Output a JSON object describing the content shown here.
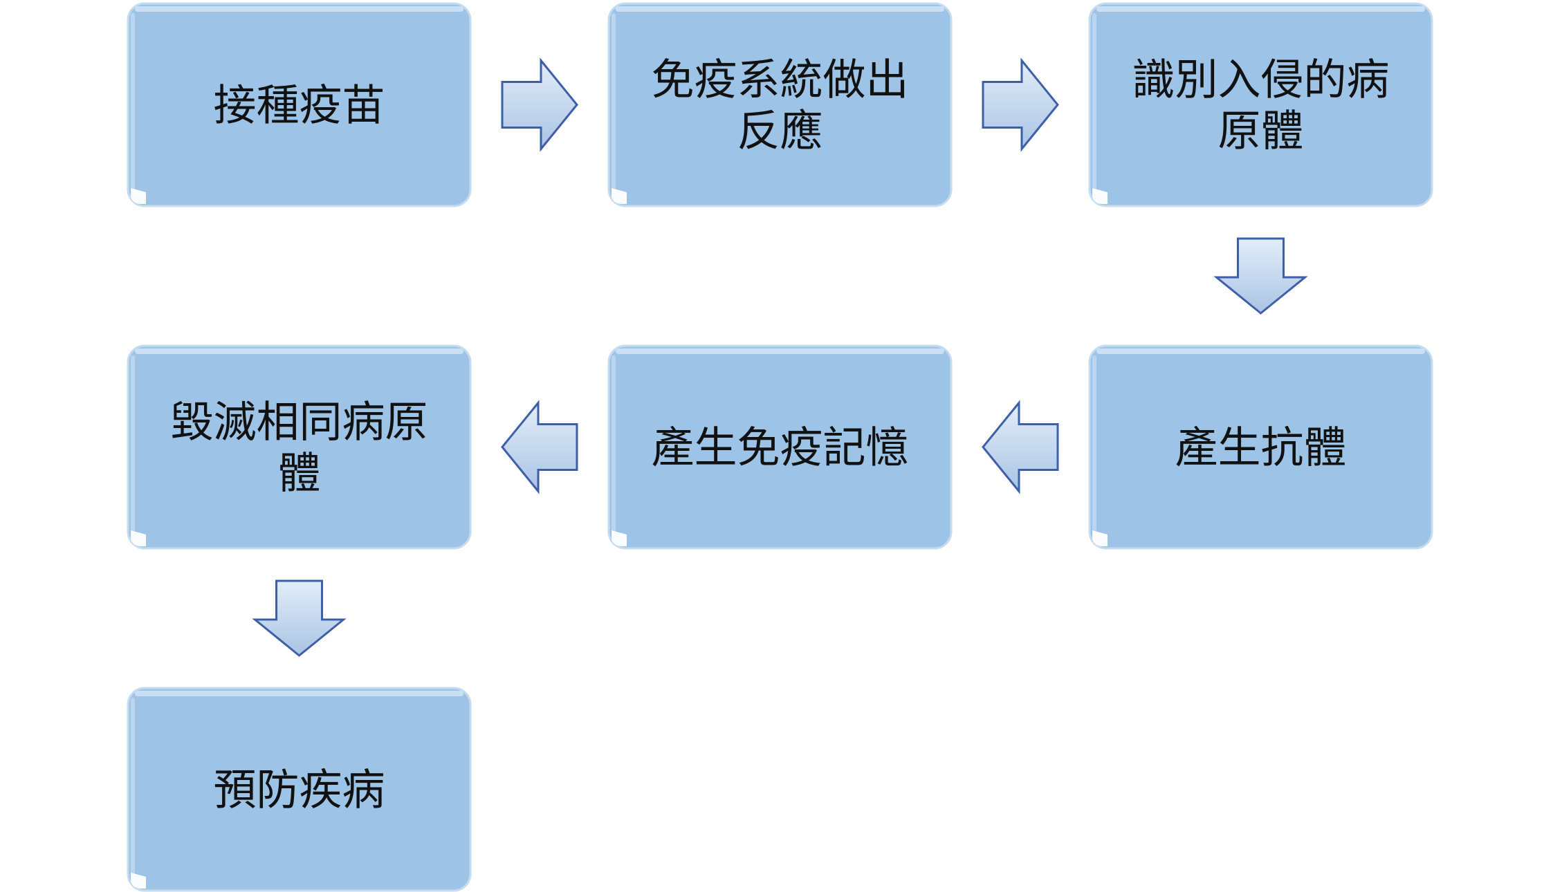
{
  "diagram": {
    "type": "flowchart",
    "colors": {
      "box_fill": "#9DC3E6",
      "box_edge_light": "#C5DCF0",
      "box_edge_dark": "#7FA9D4",
      "arrow_fill_top": "#E3EDF8",
      "arrow_fill_bottom": "#A9C4E4",
      "arrow_stroke": "#3E5FA8",
      "text": "#111111"
    },
    "boxes": [
      {
        "id": "vaccinate",
        "lines": [
          "接種疫苗"
        ]
      },
      {
        "id": "immune-response",
        "lines": [
          "免疫系統做出",
          "反應"
        ]
      },
      {
        "id": "identify-pathogen",
        "lines": [
          "識別入侵的病",
          "原體"
        ]
      },
      {
        "id": "produce-antibody",
        "lines": [
          "產生抗體"
        ]
      },
      {
        "id": "immune-memory",
        "lines": [
          "產生免疫記憶"
        ]
      },
      {
        "id": "destroy-pathogen",
        "lines": [
          "毀滅相同病原",
          "體"
        ]
      },
      {
        "id": "prevent-disease",
        "lines": [
          "預防疾病"
        ]
      }
    ],
    "arrows": [
      {
        "from": "vaccinate",
        "to": "immune-response",
        "direction": "right"
      },
      {
        "from": "immune-response",
        "to": "identify-pathogen",
        "direction": "right"
      },
      {
        "from": "identify-pathogen",
        "to": "produce-antibody",
        "direction": "down"
      },
      {
        "from": "produce-antibody",
        "to": "immune-memory",
        "direction": "left"
      },
      {
        "from": "immune-memory",
        "to": "destroy-pathogen",
        "direction": "left"
      },
      {
        "from": "destroy-pathogen",
        "to": "prevent-disease",
        "direction": "down"
      }
    ]
  }
}
